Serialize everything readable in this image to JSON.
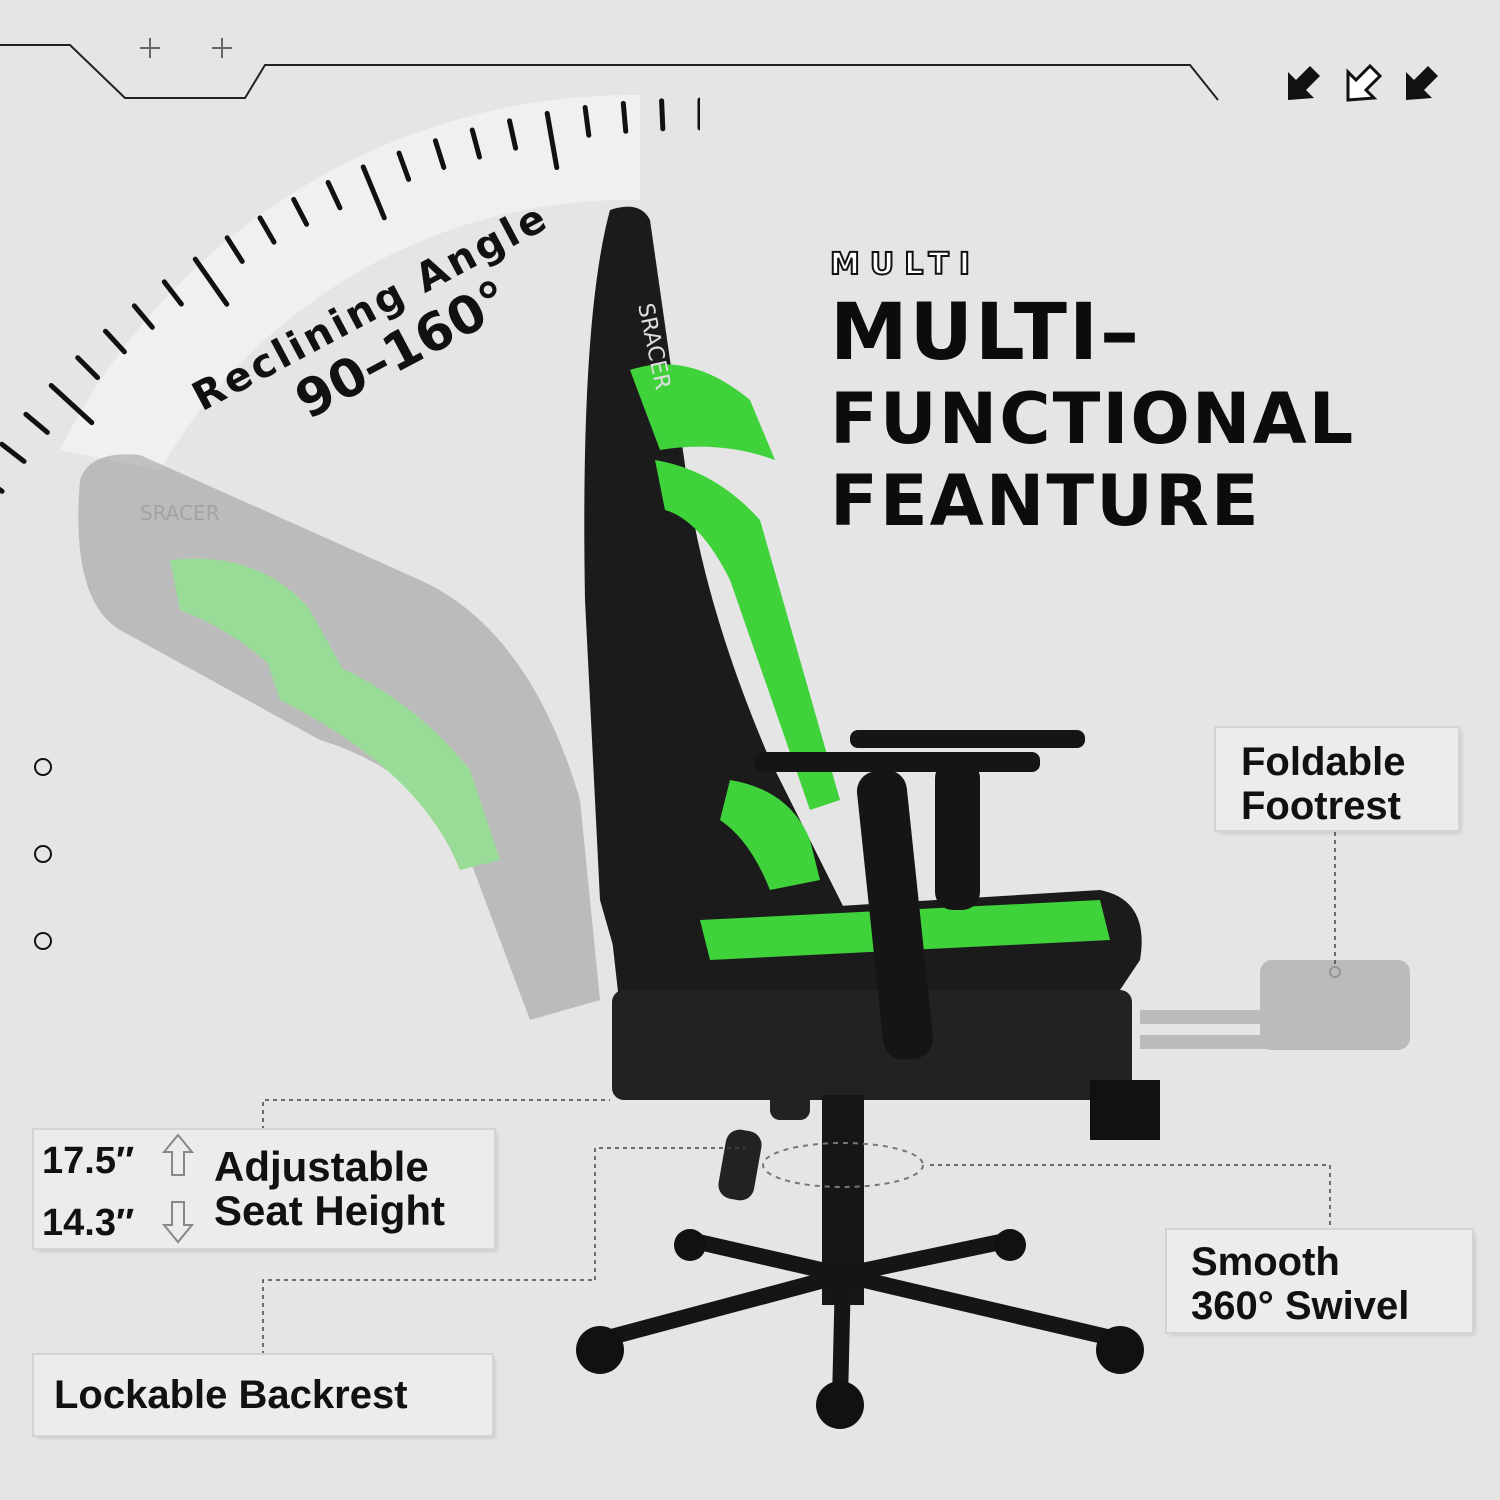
{
  "headline": {
    "ghost": "MULTI",
    "line1": "MULTI–",
    "line2": "FUNCTIONAL",
    "line3": "FEANTURE"
  },
  "recline": {
    "label": "Reclining Angle",
    "value": "90–160°"
  },
  "brand": "SRACER",
  "features": {
    "footrest": [
      "Foldable",
      "Footrest"
    ],
    "seat_height": {
      "max": "17.5″",
      "min": "14.3″",
      "lines": [
        "Adjustable",
        "Seat Height"
      ]
    },
    "swivel": [
      "Smooth",
      "360° Swivel"
    ],
    "backrest": "Lockable Backrest"
  },
  "colors": {
    "background": "#e5e5e5",
    "accent_green": "#3fd23a",
    "chair_black": "#1b1b1b"
  },
  "icons": [
    "cursor-arrow-icon",
    "cursor-arrow-outline-icon",
    "cursor-arrow-icon",
    "plus-icon",
    "plus-icon",
    "up-arrow-icon",
    "down-arrow-icon"
  ]
}
